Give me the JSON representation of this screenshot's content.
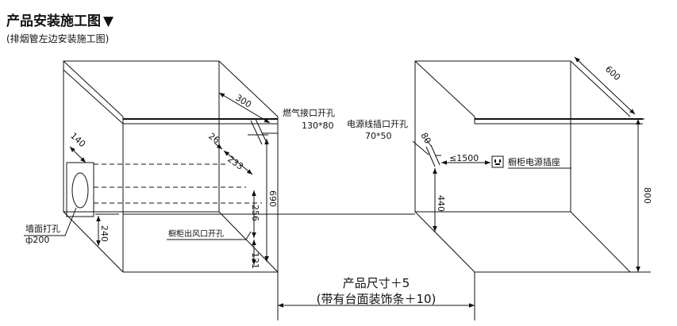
{
  "header": {
    "title": "产品安装施工图",
    "title_marker": "▼",
    "subtitle": "(排烟管左边安装施工图)"
  },
  "labels": {
    "gas_port": "燃气接口开孔",
    "gas_port_size": "130*80",
    "power_port": "电源线插口开孔",
    "power_port_size": "70*50",
    "socket": "橱柜电源插座",
    "wall_hole": "墙面打孔",
    "wall_hole_dia": "ф200",
    "cabinet_vent": "橱柜出风口开孔",
    "product_size": "产品尺寸＋5",
    "product_size_note": "(带有台面装饰条＋10)"
  },
  "dimensions": {
    "d300": "300",
    "d600": "600",
    "d140": "140",
    "d26": "26",
    "d233": "233",
    "d690": "690",
    "d256": "256",
    "d240": "240",
    "d121": "121",
    "d80": "80",
    "d1500": "≤1500",
    "d440": "440",
    "d800": "800"
  },
  "icons": {
    "socket": "socket-icon"
  }
}
